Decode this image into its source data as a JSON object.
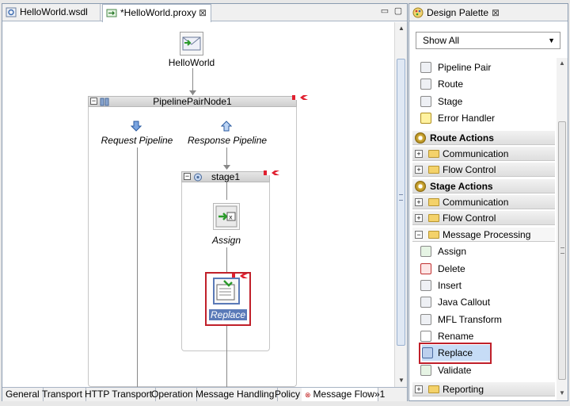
{
  "editor": {
    "tabs": [
      {
        "label": "HelloWorld.wsdl",
        "icon": "wsdl-file-icon"
      },
      {
        "label": "*HelloWorld.proxy",
        "icon": "proxy-file-icon",
        "close": "⊠"
      }
    ],
    "window_controls": {
      "minimize": "▭",
      "maximize": "▢"
    },
    "bottom_tabs": [
      "General",
      "Transport",
      "HTTP Transport",
      "Operation",
      "Message Handling",
      "Policy",
      "Message Flow",
      "»1"
    ],
    "active_bottom_tab": "Message Flow",
    "error_marker": "⊗"
  },
  "diagram": {
    "start_node": "HelloWorld",
    "pipeline_pair": "PipelinePairNode1",
    "request_pipeline": "Request Pipeline",
    "response_pipeline": "Response Pipeline",
    "stage": "stage1",
    "actions": [
      {
        "label": "Assign",
        "icon": "assign-action-icon",
        "selected": false
      },
      {
        "label": "Replace",
        "icon": "replace-action-icon",
        "selected": true
      }
    ]
  },
  "palette": {
    "title": "Design Palette",
    "close": "⊠",
    "filter": "Show All",
    "top_items": [
      {
        "label": "Pipeline Pair",
        "icon": "pipeline-pair-icon"
      },
      {
        "label": "Route",
        "icon": "route-icon"
      },
      {
        "label": "Stage",
        "icon": "stage-icon"
      },
      {
        "label": "Error Handler",
        "icon": "error-handler-icon"
      }
    ],
    "sections": {
      "route_actions": "Route Actions",
      "route_communication": "Communication",
      "route_flow_control": "Flow Control",
      "stage_actions": "Stage Actions",
      "stage_communication": "Communication",
      "stage_flow_control": "Flow Control",
      "message_processing": "Message Processing",
      "reporting": "Reporting"
    },
    "message_processing_items": [
      {
        "label": "Assign",
        "icon": "assign-icon"
      },
      {
        "label": "Delete",
        "icon": "delete-icon"
      },
      {
        "label": "Insert",
        "icon": "insert-icon"
      },
      {
        "label": "Java Callout",
        "icon": "java-callout-icon"
      },
      {
        "label": "MFL Transform",
        "icon": "mfl-transform-icon"
      },
      {
        "label": "Rename",
        "icon": "rename-icon"
      },
      {
        "label": "Replace",
        "icon": "replace-icon",
        "selected": true
      },
      {
        "label": "Validate",
        "icon": "validate-icon"
      }
    ]
  },
  "colors": {
    "selection_border": "#c0202a",
    "selected_label_bg": "#5a7ab8"
  }
}
